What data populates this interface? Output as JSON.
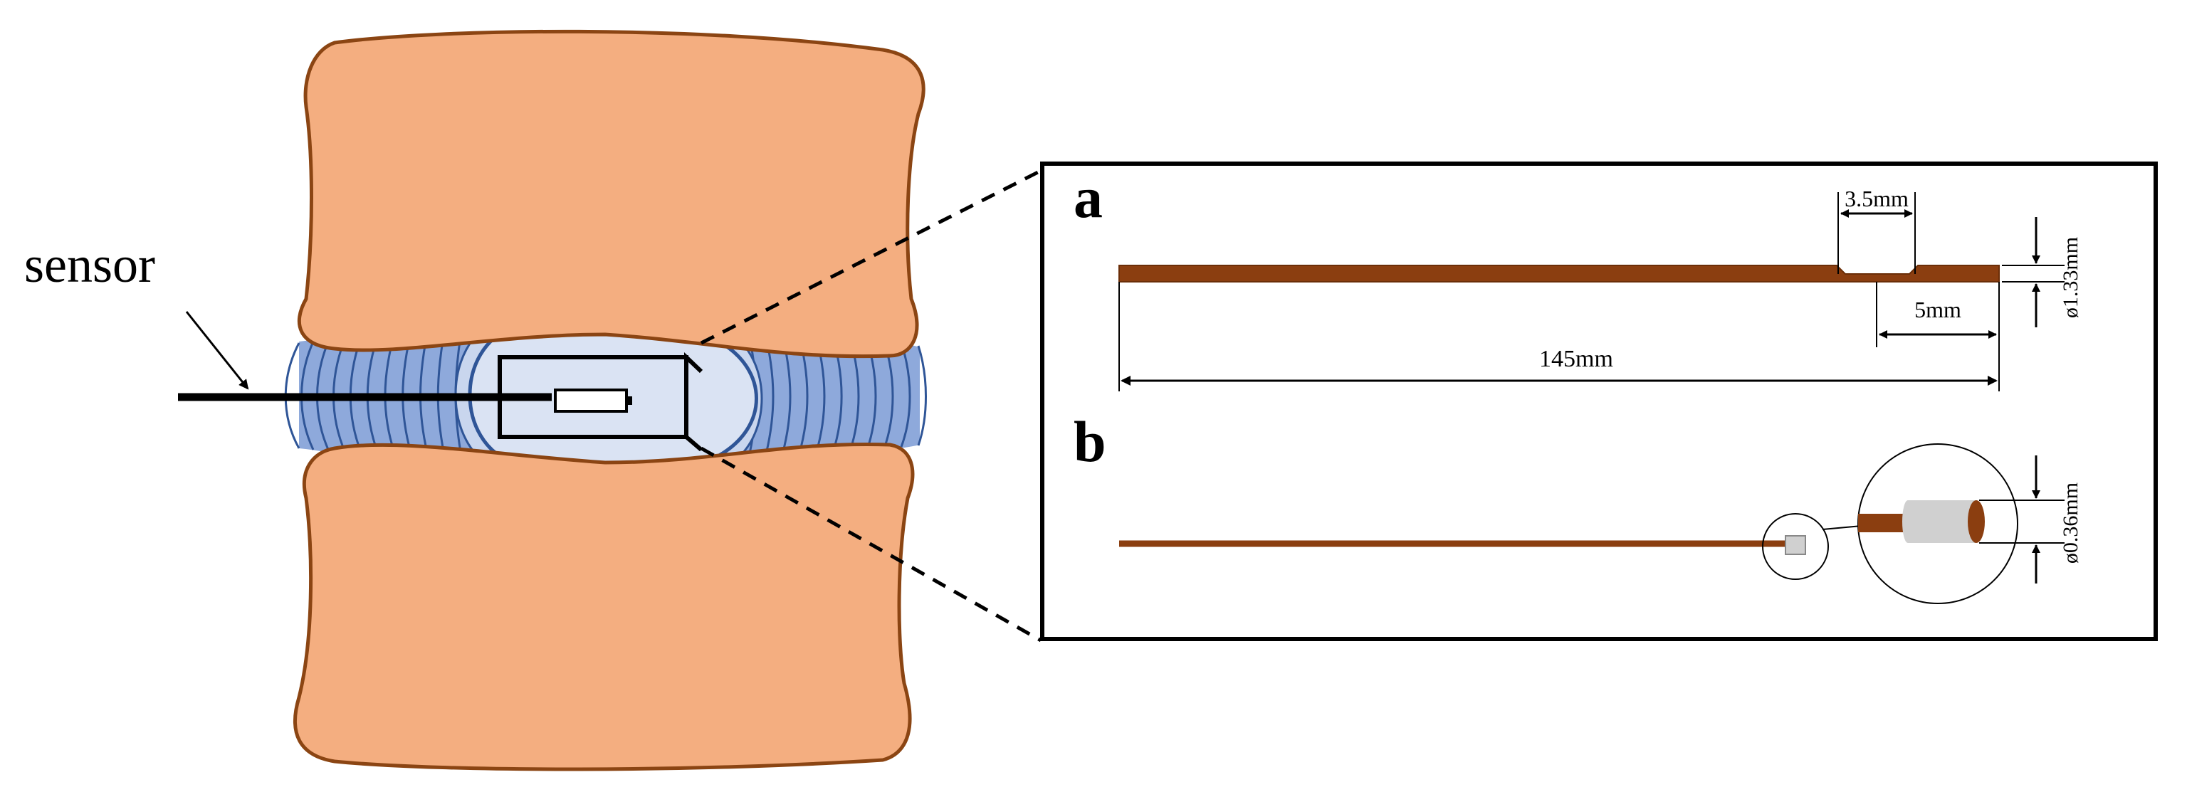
{
  "labels": {
    "sensor": "sensor",
    "panel_a": "a",
    "panel_b": "b"
  },
  "dimensions": {
    "window_width": "3.5mm",
    "window_offset": "5mm",
    "total_length": "145mm",
    "diameter_a": "ø1.33mm",
    "diameter_b": "ø0.36mm"
  },
  "colors": {
    "vertebra": "#F4AE80",
    "vertebra_outline": "#8B4513",
    "annulus_outer": "#8EA9DB",
    "annulus_lines": "#2F5597",
    "nucleus": "#DAE3F3",
    "probe": "#8B3E10",
    "sensor_head": "#D0D0D0"
  }
}
